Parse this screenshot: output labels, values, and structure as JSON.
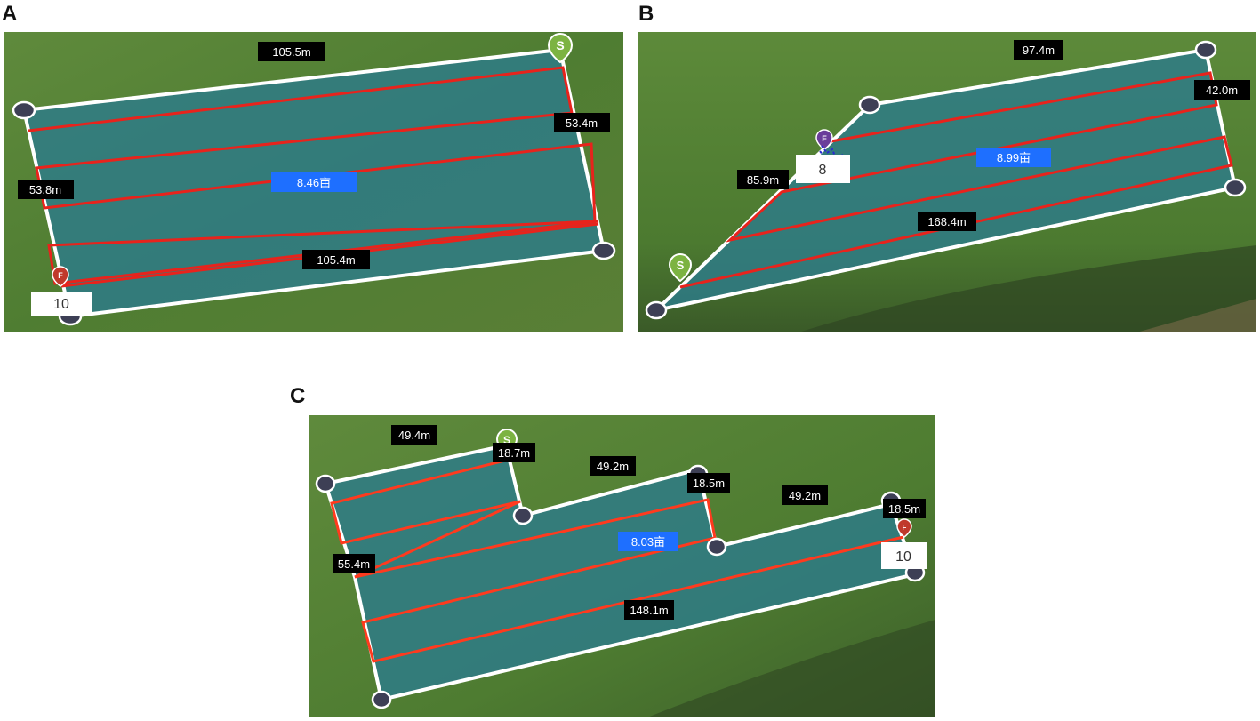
{
  "colors": {
    "field_fill": "#2e7d8c",
    "route": "#e8231c",
    "boundary": "#ffffff",
    "vertex": "#3d3f55",
    "label_bg": "#000000",
    "area_bg": "#1e6fff",
    "start_marker": "#7cb342",
    "end_marker": "#c0392b"
  },
  "panels": [
    {
      "letter": "A",
      "edges": [
        "105.5m",
        "53.4m",
        "53.8m",
        "105.4m"
      ],
      "area": "8.46亩",
      "count": "10",
      "start": "S",
      "end": "F"
    },
    {
      "letter": "B",
      "edges": [
        "97.4m",
        "42.0m",
        "85.9m",
        "168.4m"
      ],
      "area": "8.99亩",
      "count": "8",
      "start": "S",
      "end": "F"
    },
    {
      "letter": "C",
      "edges": [
        "49.4m",
        "18.7m",
        "49.2m",
        "18.5m",
        "49.2m",
        "18.5m",
        "55.4m",
        "148.1m"
      ],
      "area": "8.03亩",
      "count": "10",
      "start": "S",
      "end": "F"
    }
  ]
}
